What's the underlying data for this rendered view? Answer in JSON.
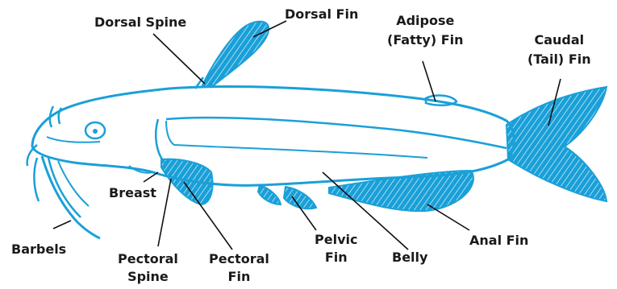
{
  "colors": {
    "fish_outline": "#1aa0d8",
    "fin_fill": "#1aa0d8",
    "label_text": "#1a1a1a",
    "leader_line": "#111111",
    "background": "#ffffff"
  },
  "labels": {
    "dorsal_spine": "Dorsal Spine",
    "dorsal_fin": "Dorsal Fin",
    "adipose_line1": "Adipose",
    "adipose_line2": "(Fatty) Fin",
    "caudal_line1": "Caudal",
    "caudal_line2": "(Tail) Fin",
    "breast": "Breast",
    "barbels": "Barbels",
    "pectoral_spine_line1": "Pectoral",
    "pectoral_spine_line2": "Spine",
    "pectoral_fin_line1": "Pectoral",
    "pectoral_fin_line2": "Fin",
    "pelvic_fin_line1": "Pelvic",
    "pelvic_fin_line2": "Fin",
    "belly": "Belly",
    "anal_fin": "Anal Fin"
  }
}
